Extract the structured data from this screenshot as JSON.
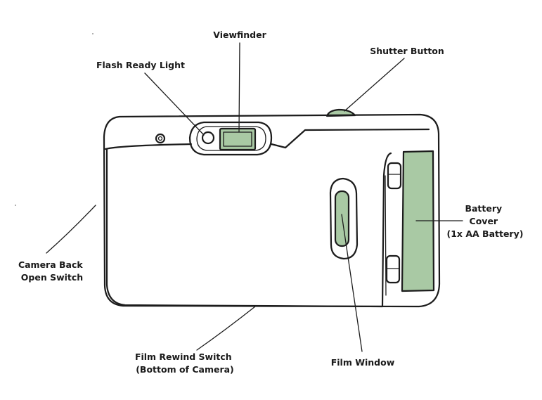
{
  "colors": {
    "ink": "#1c1c1c",
    "accent_green": "#a9c9a4",
    "background": "#ffffff"
  },
  "labels": {
    "viewfinder": "Viewfinder",
    "flash_ready_light": "Flash Ready Light",
    "shutter_button": "Shutter Button",
    "battery_cover": [
      "Battery",
      "Cover",
      "(1x AA Battery)"
    ],
    "camera_back_open_switch": [
      "Camera Back",
      "Open Switch"
    ],
    "film_rewind_switch": [
      "Film Rewind Switch",
      "(Bottom of Camera)"
    ],
    "film_window": "Film Window"
  }
}
